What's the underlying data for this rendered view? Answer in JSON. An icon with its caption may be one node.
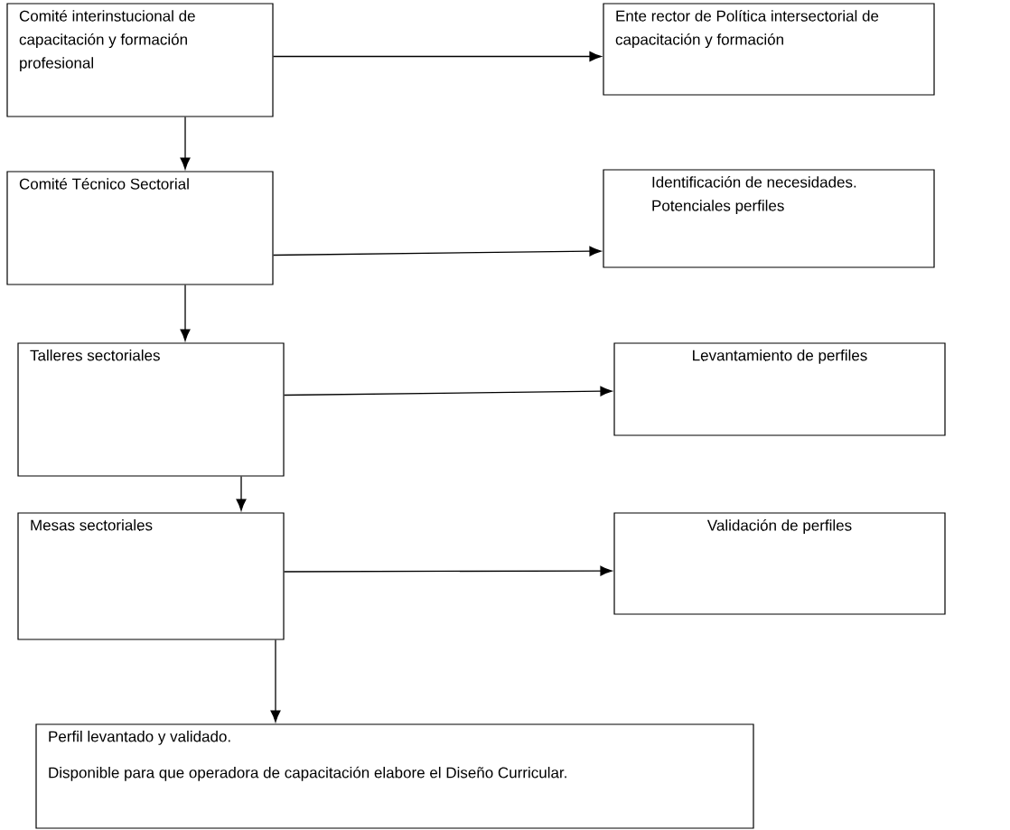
{
  "diagram": {
    "nodes": [
      {
        "text": [
          "Comité interinstucional de capacitación y formación profesional"
        ]
      },
      {
        "text": [
          "Ente rector de Política intersectorial de capacitación y formación"
        ]
      },
      {
        "text": [
          "Comité Técnico Sectorial"
        ]
      },
      {
        "text": [
          "Identificación de necesidades. Potenciales perfiles"
        ]
      },
      {
        "text": [
          "Talleres sectoriales"
        ]
      },
      {
        "text": [
          "Levantamiento de perfiles"
        ]
      },
      {
        "text": [
          "Mesas sectoriales"
        ]
      },
      {
        "text": [
          "Validación de perfiles"
        ]
      },
      {
        "text": [
          "Perfil levantado y validado.",
          "Disponible para que operadora de capacitación elabore el Diseño Curricular."
        ]
      }
    ],
    "edges": [
      {
        "from": 0,
        "to": 1,
        "arrow": "to"
      },
      {
        "from": 0,
        "to": 2,
        "arrow": "to"
      },
      {
        "from": 2,
        "to": 3,
        "arrow": "to"
      },
      {
        "from": 2,
        "to": 4,
        "arrow": "to"
      },
      {
        "from": 4,
        "to": 5,
        "arrow": "to"
      },
      {
        "from": 4,
        "to": 6,
        "arrow": "to"
      },
      {
        "from": 6,
        "to": 7,
        "arrow": "to"
      },
      {
        "from": 6,
        "to": 8,
        "arrow": "to"
      }
    ]
  }
}
